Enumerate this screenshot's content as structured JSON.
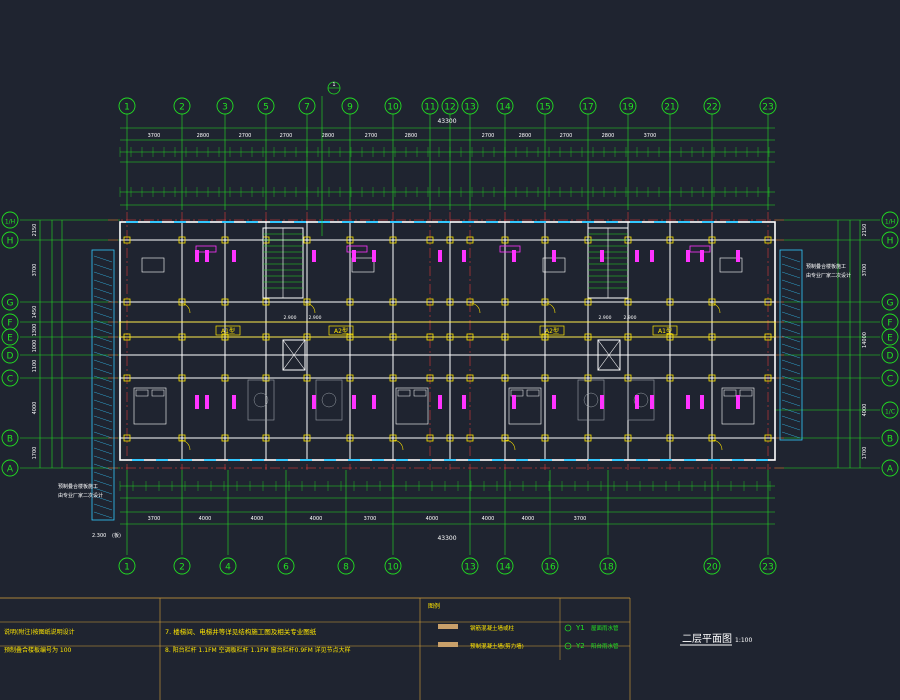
{
  "drawing": {
    "top_axes": [
      "1",
      "2",
      "3",
      "5",
      "7",
      "9",
      "10",
      "11",
      "12",
      "13",
      "14",
      "15",
      "17",
      "19",
      "21",
      "22",
      "23"
    ],
    "bottom_axes": [
      "1",
      "2",
      "4",
      "6",
      "8",
      "10",
      "13",
      "14",
      "16",
      "18",
      "20",
      "23"
    ],
    "left_axes": [
      "1/H",
      "H",
      "G",
      "F",
      "E",
      "D",
      "C",
      "B",
      "A"
    ],
    "right_axes": [
      "1/H",
      "H",
      "G",
      "F",
      "E",
      "D",
      "C",
      "1/C",
      "B",
      "A"
    ],
    "top_total": "43300",
    "bottom_total": "43300",
    "top_segments": [
      "3700",
      "2800",
      "2700",
      "2700",
      "2800",
      "2700",
      "2800",
      "2700",
      "2800",
      "2700",
      "2800",
      "3700"
    ],
    "bottom_segments": [
      "3700",
      "4000",
      "4000",
      "4000",
      "3700",
      "4000",
      "4000",
      "4000",
      "3700"
    ],
    "left_dims": [
      "2150",
      "3700",
      "1450",
      "1300",
      "1000",
      "1100",
      "4000",
      "1700"
    ],
    "right_dims": [
      "2150",
      "3700",
      "14000",
      "4000",
      "1700"
    ],
    "unit_tags": [
      "A1型",
      "A2型",
      "A2型",
      "A1型"
    ],
    "elev_tags": [
      "2.900",
      "2.900",
      "2.900",
      "2.900"
    ],
    "notes_left_top": "预制叠合楼板施工",
    "notes_left_sub": "由专业厂家二次设计",
    "notes_right_top": "预制叠合楼板施工",
    "notes_right_sub": "由专业厂家二次设计",
    "section_mark": "1",
    "dim_bottom_left": "2.300",
    "dim_bottom_left_tag": "(板)"
  },
  "notes_table": {
    "left_col": [
      "说明(附注)按图纸说明设计",
      "预制叠合楼板编号为 100"
    ],
    "right_col": [
      "7. 楼梯间、电梯井等详见结构施工图及相关专业图纸",
      "8. 阳台栏杆 1.1FM 空调板栏杆 1.1FM 窗台栏杆0.9FM 详见节点大样"
    ]
  },
  "legend": {
    "heading": "图例",
    "items": [
      {
        "label": "钢筋混凝土墙或柱",
        "code": "Y1",
        "desc": "屋面雨水管"
      },
      {
        "label": "预制混凝土墙(剪力墙)",
        "code": "Y2",
        "desc": "阳台雨水管"
      }
    ]
  },
  "title_block": {
    "title": "二层平面图",
    "scale": "1:100"
  },
  "colors": {
    "background": "#1f2430",
    "grid_axis": "#ff3b3b",
    "dimension": "#22e022",
    "wall": "#ffffff",
    "label_cyan": "#33e0e0",
    "tag_yellow": "#ffe600",
    "accent_magenta": "#ff33ff",
    "window_cyan": "#33c8ff",
    "table_line": "#d8a23a"
  }
}
